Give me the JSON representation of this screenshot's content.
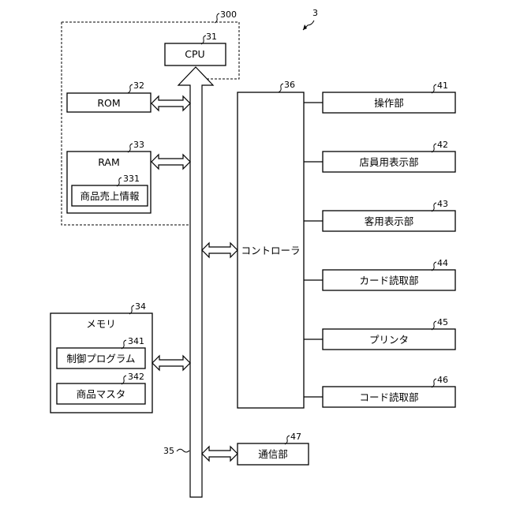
{
  "figure_ref": "3",
  "group_300": {
    "ref": "300"
  },
  "cpu": {
    "label": "CPU",
    "ref": "31"
  },
  "rom": {
    "label": "ROM",
    "ref": "32"
  },
  "ram": {
    "label": "RAM",
    "ref": "33",
    "sub_label": "商品売上情報",
    "sub_ref": "331"
  },
  "memory": {
    "label": "メモリ",
    "ref": "34",
    "program_label": "制御プログラム",
    "program_ref": "341",
    "master_label": "商品マスタ",
    "master_ref": "342"
  },
  "bus": {
    "ref": "35"
  },
  "controller": {
    "label": "コントローラ",
    "ref": "36"
  },
  "devices": [
    {
      "label": "操作部",
      "ref": "41"
    },
    {
      "label": "店員用表示部",
      "ref": "42"
    },
    {
      "label": "客用表示部",
      "ref": "43"
    },
    {
      "label": "カード読取部",
      "ref": "44"
    },
    {
      "label": "プリンタ",
      "ref": "45"
    },
    {
      "label": "コード読取部",
      "ref": "46"
    }
  ],
  "comm": {
    "label": "通信部",
    "ref": "47"
  }
}
